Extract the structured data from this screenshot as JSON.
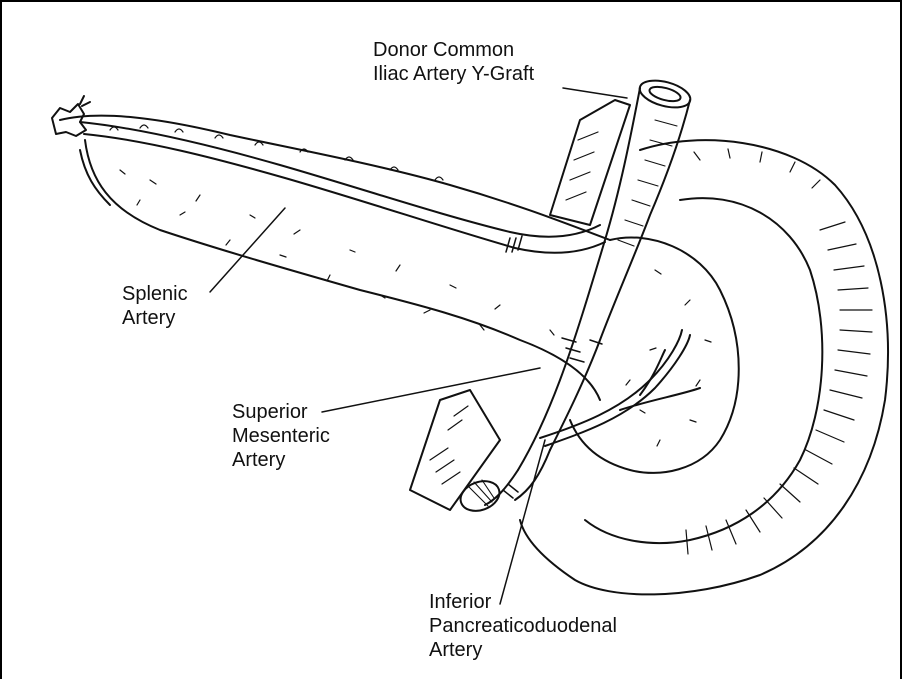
{
  "labels": {
    "donor_graft": [
      "Donor Common",
      "Iliac Artery Y-Graft"
    ],
    "splenic_artery": [
      "Splenic",
      "Artery"
    ],
    "superior_mesenteric_artery": [
      "Superior",
      "Mesenteric",
      "Artery"
    ],
    "inferior_pancreaticoduodenal_artery": [
      "Inferior",
      "Pancreaticoduodenal",
      "Artery"
    ]
  },
  "colors": {
    "ink": "#111111",
    "background": "#ffffff"
  }
}
